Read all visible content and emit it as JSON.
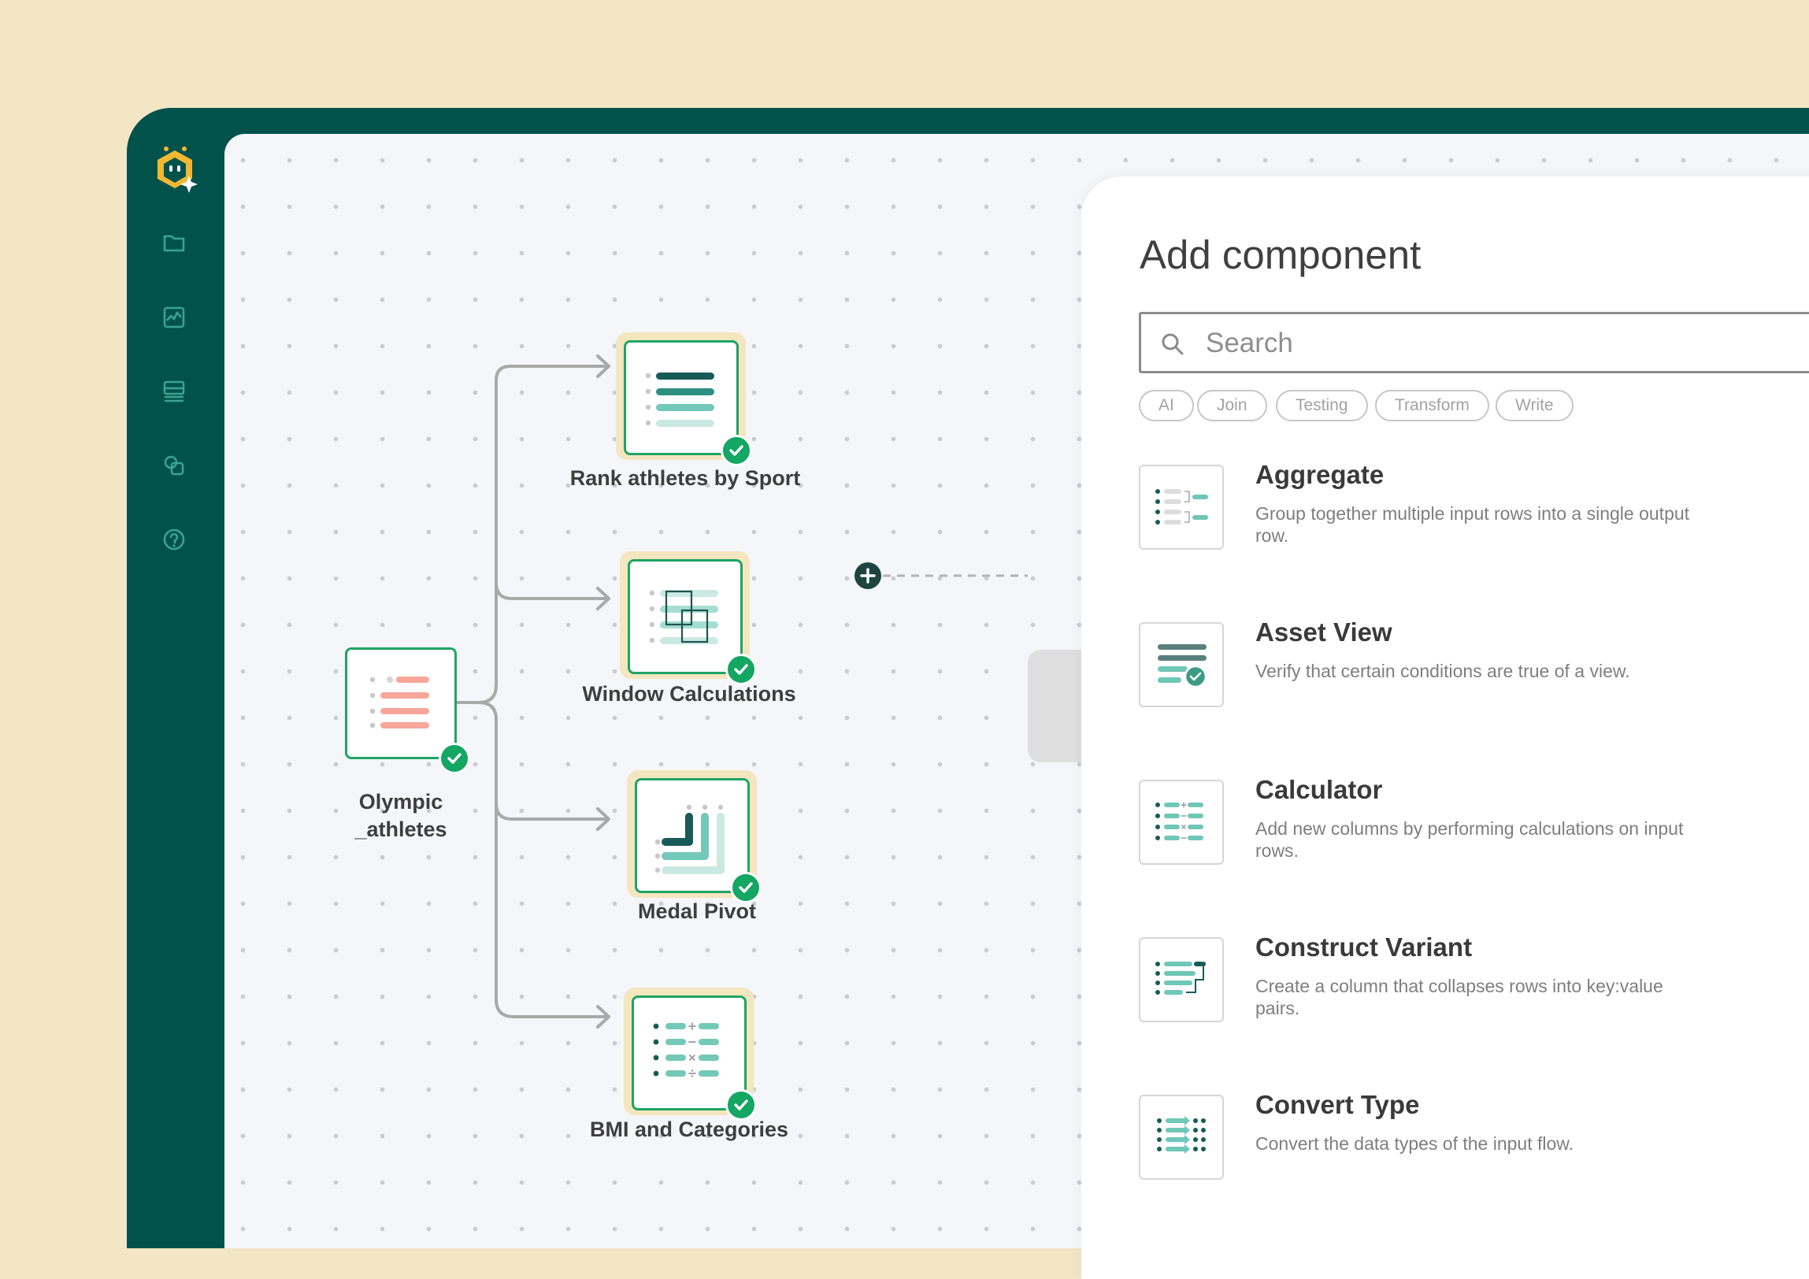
{
  "sidebar": {
    "logo": "bot-hexagon-logo",
    "items": [
      {
        "icon": "folder-icon"
      },
      {
        "icon": "activity-chart-icon"
      },
      {
        "icon": "database-icon"
      },
      {
        "icon": "shapes-icon"
      },
      {
        "icon": "help-icon"
      }
    ]
  },
  "pipeline": {
    "source": {
      "label_line1": "Olympic",
      "label_line2": "_athletes",
      "status": "success"
    },
    "nodes": [
      {
        "label": "Rank athletes by Sport",
        "icon": "rank-list-icon",
        "status": "success"
      },
      {
        "label": "Window Calculations",
        "icon": "window-calc-icon",
        "status": "success"
      },
      {
        "label": "Medal Pivot",
        "icon": "pivot-icon",
        "status": "success"
      },
      {
        "label": "BMI and Categories",
        "icon": "calculator-grid-icon",
        "status": "success"
      }
    ],
    "add_icon": "plus-icon"
  },
  "panel": {
    "title": "Add component",
    "search": {
      "placeholder": "Search",
      "value": ""
    },
    "filters": [
      "AI",
      "Join",
      "Testing",
      "Transform",
      "Write"
    ],
    "components": [
      {
        "title": "Aggregate",
        "description": "Group together multiple input rows into a single output row.",
        "icon": "aggregate-icon"
      },
      {
        "title": "Asset View",
        "description": "Verify that certain conditions are true of a view.",
        "icon": "asset-view-icon"
      },
      {
        "title": "Calculator",
        "description": "Add new columns by performing calculations on input rows.",
        "icon": "calculator-icon"
      },
      {
        "title": "Construct Variant",
        "description": "Create a column that collapses rows into key:value pairs.",
        "icon": "construct-variant-icon"
      },
      {
        "title": "Convert Type",
        "description": "Convert the data types of the input flow.",
        "icon": "convert-type-icon"
      }
    ]
  },
  "colors": {
    "frame": "#02524c",
    "success": "#14a663",
    "accent_teal": "#6fc7b7",
    "dark_teal": "#175a58",
    "source_salmon": "#f6a79a",
    "halo": "#f4e6bf"
  }
}
